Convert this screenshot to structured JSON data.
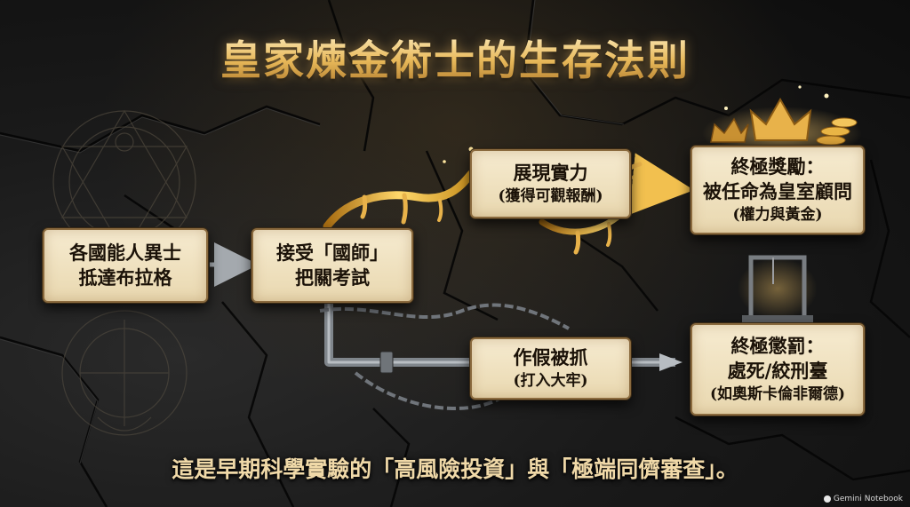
{
  "title": "皇家煉金術士的生存法則",
  "nodes": {
    "start": {
      "line1": "各國能人異士",
      "line2": "抵達布拉格"
    },
    "exam": {
      "line1": "接受「國師」",
      "line2": "把關考試"
    },
    "show": {
      "line1": "展現實力",
      "line2": "(獲得可觀報酬)"
    },
    "reward": {
      "line1": "終極獎勵：",
      "line2": "被任命為皇室顧問",
      "line3": "(權力與黃金)"
    },
    "fake": {
      "line1": "作假被抓",
      "line2": "(打入大牢)"
    },
    "punish": {
      "line1": "終極懲罰：",
      "line2": "處死/絞刑臺",
      "line3": "(如奧斯卡倫非爾德)"
    }
  },
  "footer": "這是早期科學實驗的「高風險投資」與「極端同儕審查」。",
  "brand": "Gemini Notebook",
  "colors": {
    "gold": "#e8b95a",
    "parchment": "#efe1bf",
    "chain": "#8a8f96",
    "arrow": "#9aa0a6"
  }
}
